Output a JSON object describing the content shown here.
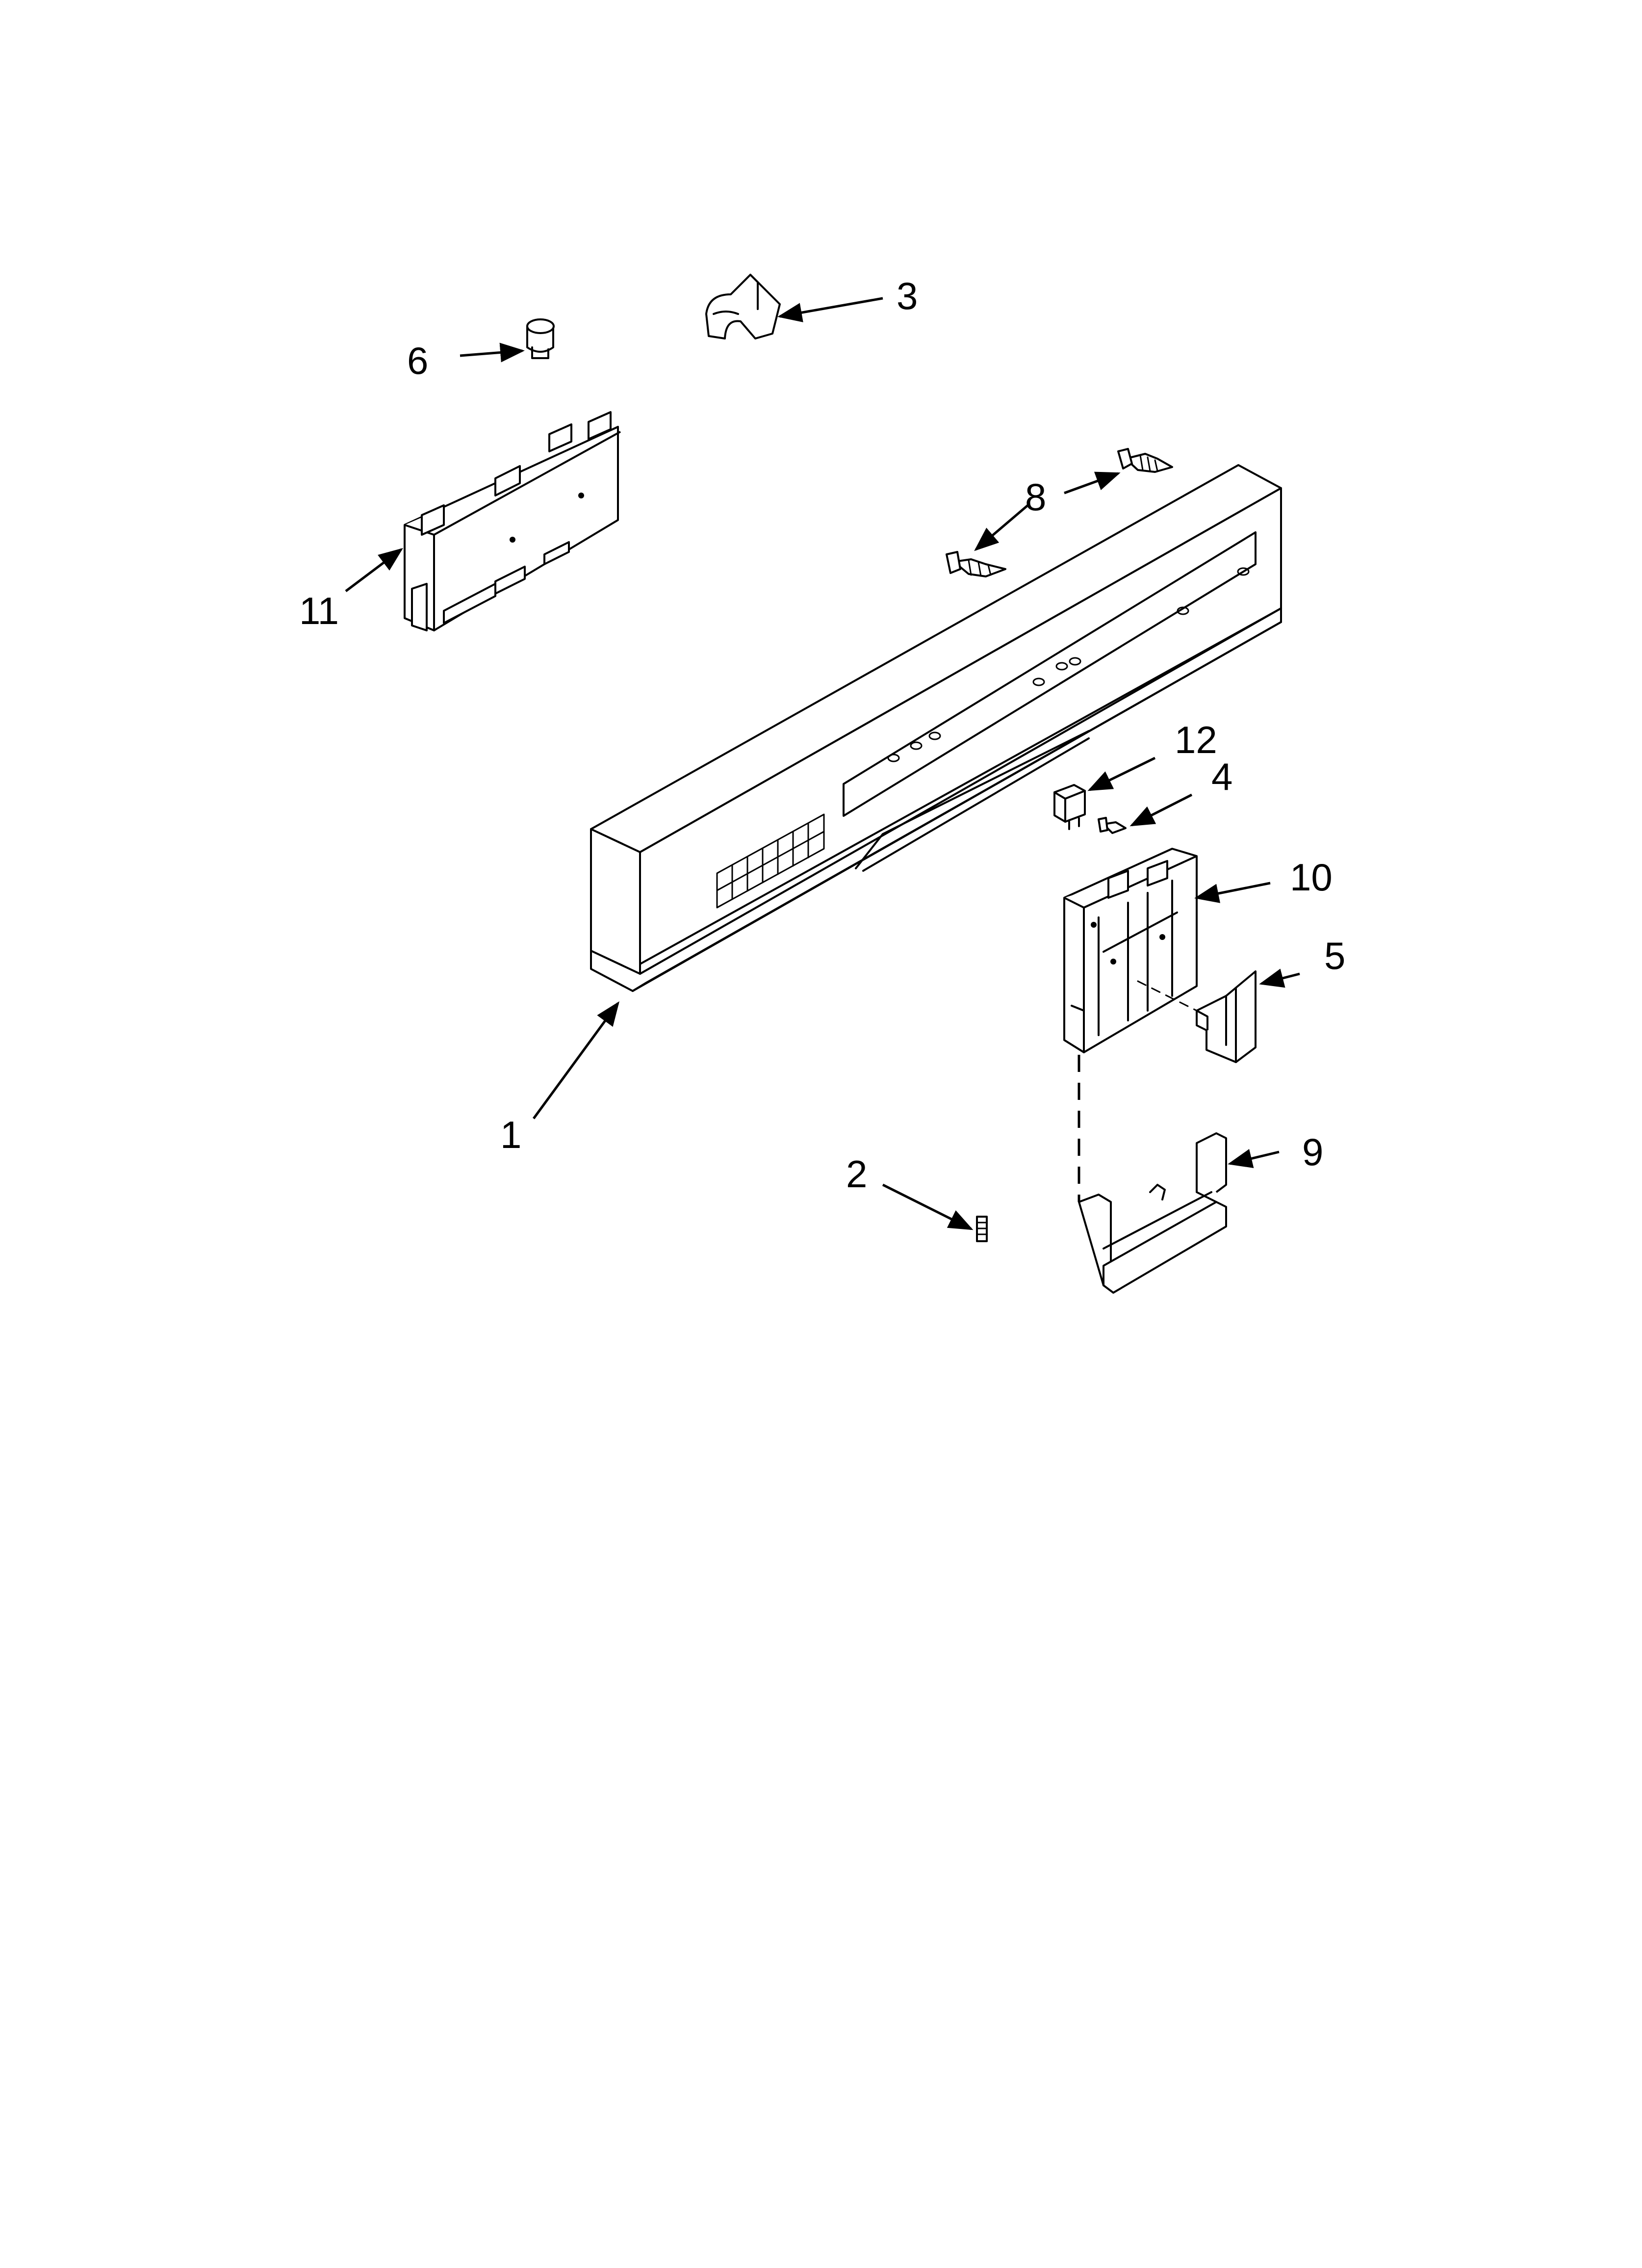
{
  "callouts": {
    "c1": "1",
    "c2": "2",
    "c3": "3",
    "c4": "4",
    "c5": "5",
    "c6": "6",
    "c8": "8",
    "c9": "9",
    "c10": "10",
    "c11": "11",
    "c12": "12"
  }
}
